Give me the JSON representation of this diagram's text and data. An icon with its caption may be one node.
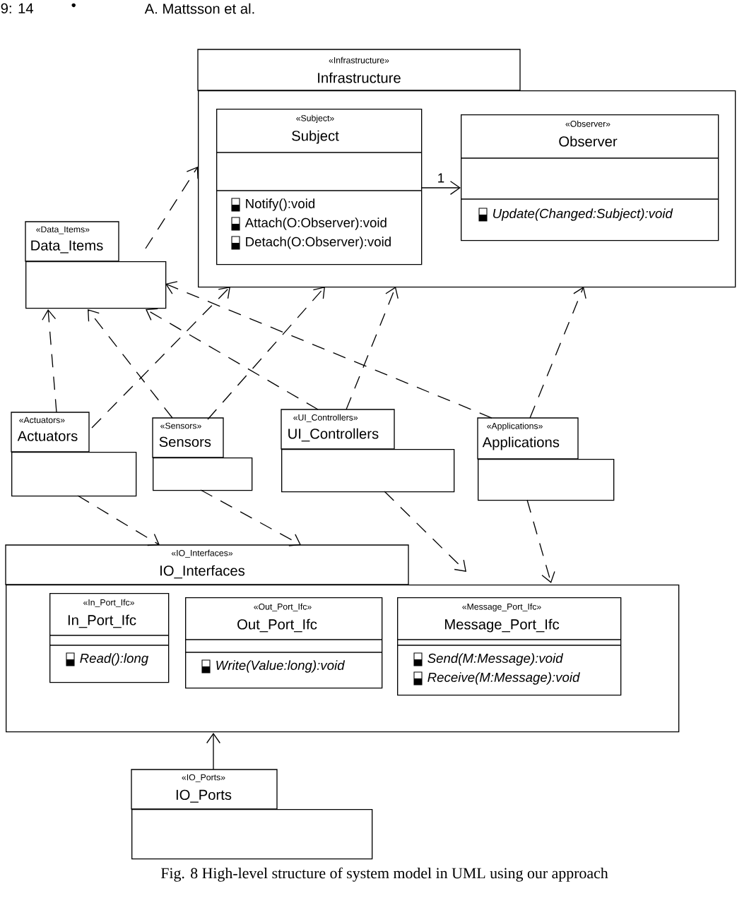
{
  "diagram": {
    "caption": "Fig. 8 High-level structure of system model in UML using our approach",
    "nodes": [
      {
        "text": [
          "«Infrastructure»",
          "Infrastructure"
        ]
      },
      {
        "text": [
          "«Subject»",
          "Subject",
          "Notify():void",
          "Attach(O:Observer):void",
          "Detach(O:Observer):void"
        ],
        "in": 0
      },
      {
        "text": [
          "«Observer»",
          "Observer",
          "Update(Changed:Subject):void"
        ],
        "in": 0
      },
      {
        "text": [
          "«Data_Items»",
          "Data_Items"
        ]
      },
      {
        "text": [
          "«Actuators»",
          "Actuators"
        ]
      },
      {
        "text": [
          "«Sensors»",
          "Sensors"
        ]
      },
      {
        "text": [
          "«UI_Controllers»",
          "UI_Controllers"
        ]
      },
      {
        "text": [
          "«Applications»",
          "Applications"
        ]
      },
      {
        "text": [
          "«IO_Interfaces»",
          "IO_Interfaces"
        ]
      },
      {
        "text": [
          "«In_Port_Ifc»",
          "In_Port_Ifc",
          "Read():long"
        ],
        "in": 8
      },
      {
        "text": [
          "«Out_Port_Ifc»",
          "Out_Port_Ifc",
          "Write(Value:long):void"
        ],
        "in": 8
      },
      {
        "text": [
          "«Message_Port_Ifc»",
          "Message_Port_Ifc",
          "Send(M:Message):void",
          "Receive(M:Message):void"
        ],
        "in": 8
      },
      {
        "text": [
          "«IO_Ports»",
          "IO_Ports"
        ]
      }
    ],
    "edges": [
      {
        "from": 1,
        "to": 2,
        "arrow": "to",
        "label": "1"
      },
      {
        "from": 3,
        "to": 0,
        "arrow": "to",
        "style": "dashed"
      },
      {
        "from": 4,
        "to": 3,
        "arrow": "to",
        "style": "dashed"
      },
      {
        "from": 4,
        "to": 0,
        "arrow": "to",
        "style": "dashed"
      },
      {
        "from": 5,
        "to": 3,
        "arrow": "to",
        "style": "dashed"
      },
      {
        "from": 5,
        "to": 0,
        "arrow": "to",
        "style": "dashed"
      },
      {
        "from": 6,
        "to": 3,
        "arrow": "to",
        "style": "dashed"
      },
      {
        "from": 6,
        "to": 0,
        "arrow": "to",
        "style": "dashed"
      },
      {
        "from": 7,
        "to": 3,
        "arrow": "to",
        "style": "dashed"
      },
      {
        "from": 7,
        "to": 0,
        "arrow": "to",
        "style": "dashed"
      },
      {
        "from": 4,
        "to": 8,
        "arrow": "to",
        "style": "dashed"
      },
      {
        "from": 5,
        "to": 8,
        "arrow": "to",
        "style": "dashed"
      },
      {
        "from": 6,
        "to": 8,
        "arrow": "to",
        "style": "dashed"
      },
      {
        "from": 7,
        "to": 8,
        "arrow": "to",
        "style": "dashed"
      },
      {
        "from": 12,
        "to": 8,
        "arrow": "to"
      }
    ],
    "labels": [
      "9: 14",
      "•",
      "A. Mattsson et al."
    ]
  }
}
